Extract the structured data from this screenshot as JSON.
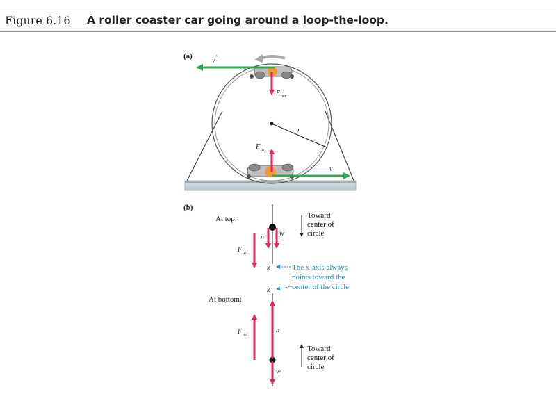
{
  "caption": {
    "number": "Figure 6.16",
    "title": "A roller coaster car going around a loop-the-loop."
  },
  "part_a": {
    "label": "(a)",
    "velocity_top": "v",
    "velocity_bottom": "v",
    "fnet_top": "F",
    "fnet_top_sub": "net",
    "fnet_bottom": "F",
    "fnet_bottom_sub": "net",
    "radius_label": "r"
  },
  "part_b": {
    "label": "(b)",
    "at_top": "At top:",
    "at_bottom": "At bottom:",
    "n_label": "n",
    "w_label": "w",
    "fnet": "F",
    "fnet_sub": "net",
    "x_axis": "x",
    "toward_line1": "Toward",
    "toward_line2": "center of",
    "toward_line3": "circle",
    "note_line1": "The x-axis always",
    "note_line2": "points toward the",
    "note_line3": "center of the circle."
  },
  "colors": {
    "force_red": "#e0245e",
    "velocity_green": "#2fa84f",
    "note_blue": "#1b8bc4",
    "car_orange": "#f29a3a"
  }
}
